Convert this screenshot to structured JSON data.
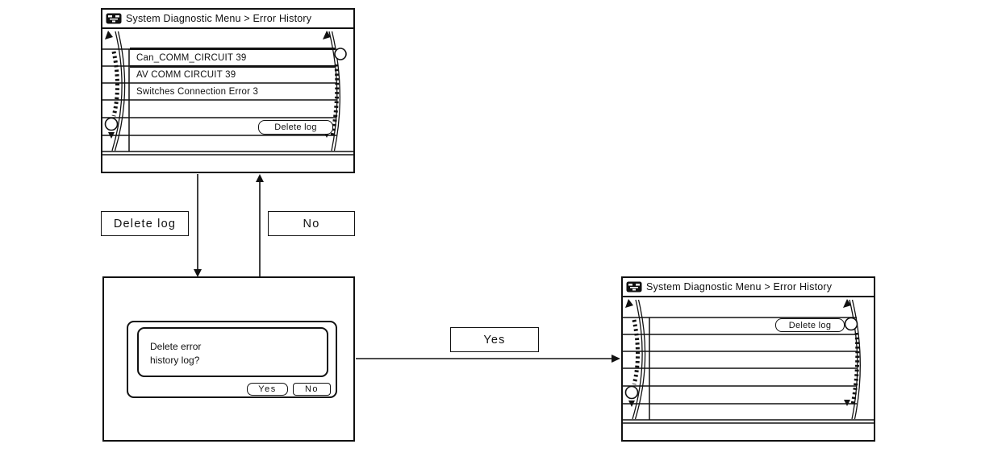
{
  "diagram": {
    "list_screen": {
      "title": "System Diagnostic Menu > Error History",
      "items": [
        "Can_COMM_CIRCUIT 39",
        "AV COMM CIRCUIT 39",
        "Switches Connection Error 3"
      ],
      "delete_log_button": "Delete log"
    },
    "confirm_screen": {
      "message": "Delete error\nhistory log?",
      "yes_button": "Yes",
      "no_button": "No"
    },
    "cleared_screen": {
      "title": "System Diagnostic Menu > Error History",
      "delete_log_button": "Delete log"
    },
    "flow_labels": {
      "delete_log": "Delete log",
      "no": "No",
      "yes": "Yes"
    },
    "colors": {
      "line": "#111111",
      "background": "#ffffff"
    }
  }
}
